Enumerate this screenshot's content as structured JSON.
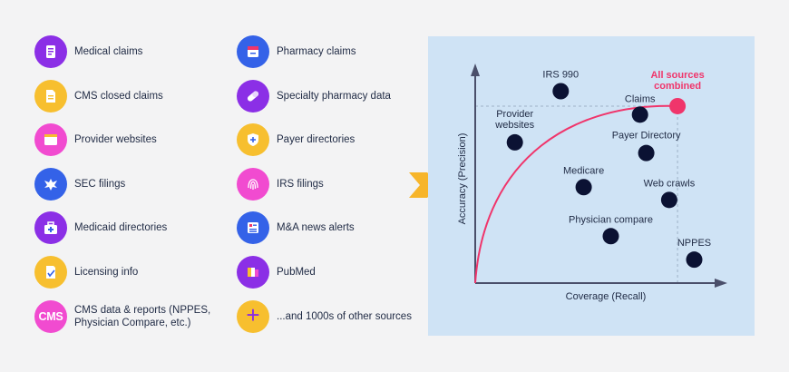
{
  "sources_left": [
    {
      "label": "Medical claims",
      "icon": "medical-claims-icon",
      "color": "#8b2fe6"
    },
    {
      "label": "CMS closed claims",
      "icon": "document-icon",
      "color": "#f7bf2f"
    },
    {
      "label": "Provider websites",
      "icon": "browser-window-icon",
      "color": "#f14bd0"
    },
    {
      "label": "SEC filings",
      "icon": "eagle-seal-icon",
      "color": "#3462e8"
    },
    {
      "label": "Medicaid directories",
      "icon": "medical-bag-icon",
      "color": "#8b2fe6"
    },
    {
      "label": "Licensing info",
      "icon": "certificate-icon",
      "color": "#f7bf2f"
    },
    {
      "label": "CMS data & reports (NPPES,\nPhysician Compare, etc.)",
      "icon": "cms-logo-icon",
      "icon_text": "CMS",
      "color": "#f14bd0"
    }
  ],
  "sources_right": [
    {
      "label": "Pharmacy claims",
      "icon": "pharmacy-card-icon",
      "color": "#3462e8"
    },
    {
      "label": "Specialty pharmacy data",
      "icon": "pill-icon",
      "color": "#8b2fe6"
    },
    {
      "label": "Payer directories",
      "icon": "shield-plus-icon",
      "color": "#f7bf2f"
    },
    {
      "label": "IRS filings",
      "icon": "fingerprint-icon",
      "color": "#f14bd0"
    },
    {
      "label": "M&A news alerts",
      "icon": "news-icon",
      "color": "#3462e8"
    },
    {
      "label": "PubMed",
      "icon": "pubmed-logo-icon",
      "color": "#8b2fe6"
    },
    {
      "label": "...and 1000s of other sources",
      "icon": "plus-icon",
      "icon_text": "+",
      "color": "#f7bf2f"
    }
  ],
  "chart_data": {
    "type": "scatter",
    "xlabel": "Coverage (Recall)",
    "ylabel": "Accuracy (Precision)",
    "xlim": [
      0,
      1
    ],
    "ylim": [
      0,
      1
    ],
    "points": [
      {
        "label": "IRS 990",
        "x": 0.41,
        "y": 0.9
      },
      {
        "label": "Claims",
        "x": 0.79,
        "y": 0.79
      },
      {
        "label": "Provider\nwebsites",
        "x": 0.19,
        "y": 0.66
      },
      {
        "label": "Payer Directory",
        "x": 0.82,
        "y": 0.61
      },
      {
        "label": "Medicare",
        "x": 0.52,
        "y": 0.45
      },
      {
        "label": "Web crawls",
        "x": 0.93,
        "y": 0.39
      },
      {
        "label": "Physician compare",
        "x": 0.65,
        "y": 0.22
      },
      {
        "label": "NPPES",
        "x": 1.05,
        "y": 0.11
      }
    ],
    "highlight": {
      "label": "All sources\ncombined",
      "x": 0.97,
      "y": 0.83,
      "color": "#f0356b"
    },
    "curve_color": "#f0356b",
    "point_color": "#0b1233",
    "panel_color": "#cfe3f5"
  },
  "accent_colors": {
    "arrow": "#f7b52a"
  }
}
